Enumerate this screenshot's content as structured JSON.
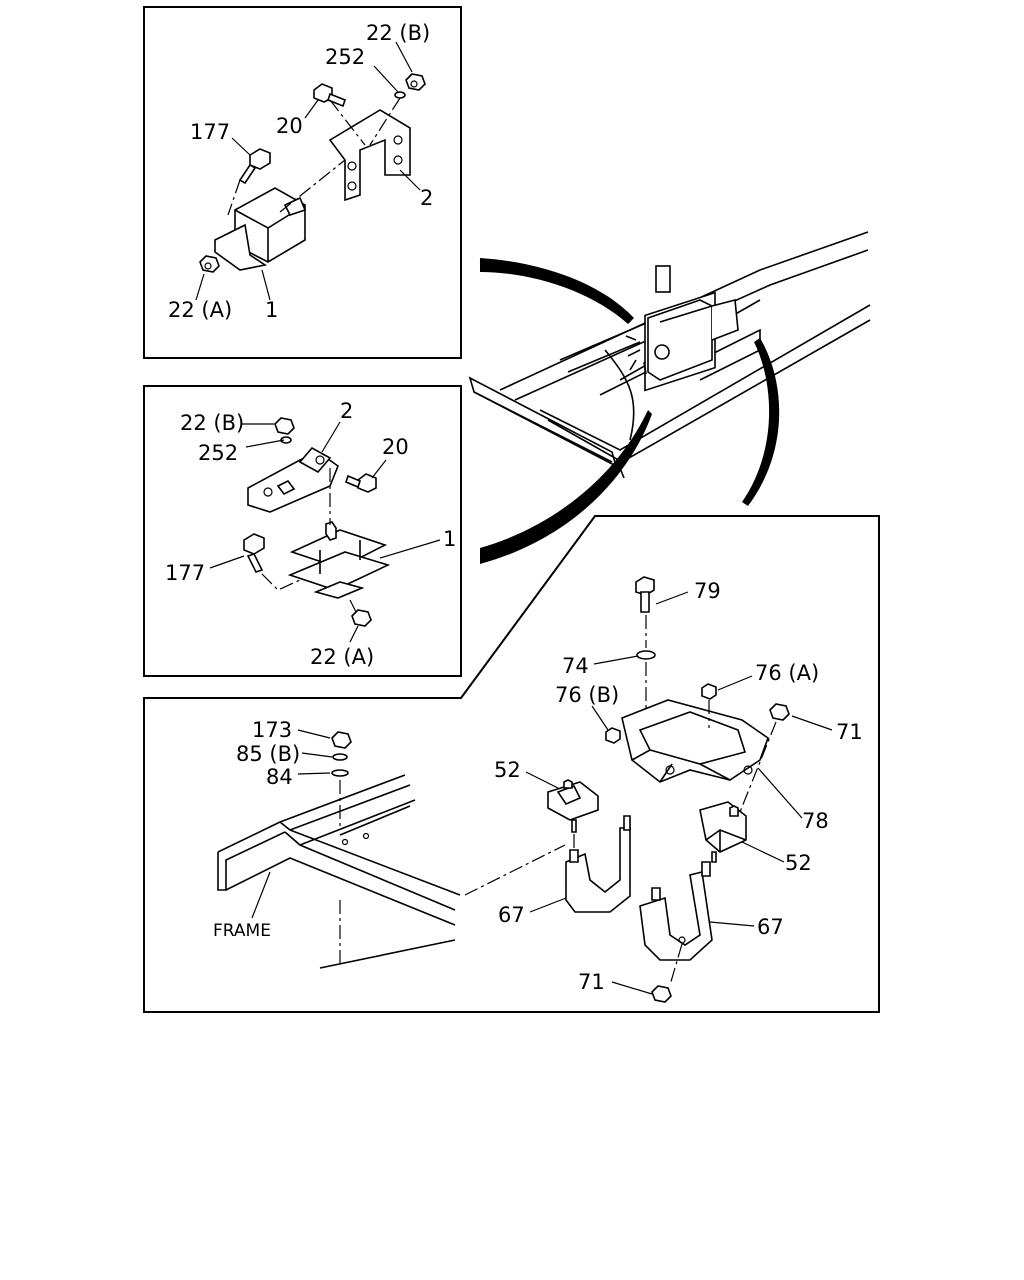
{
  "panel_top": {
    "labels": {
      "p22b": "22 (B)",
      "p252": "252",
      "p20": "20",
      "p177": "177",
      "p2": "2",
      "p22a": "22 (A)",
      "p1": "1"
    }
  },
  "panel_middle": {
    "labels": {
      "p22b": "22 (B)",
      "p2": "2",
      "p252": "252",
      "p20": "20",
      "p1": "1",
      "p177": "177",
      "p22a": "22 (A)"
    }
  },
  "panel_bottom": {
    "labels": {
      "p79": "79",
      "p74": "74",
      "p76a": "76 (A)",
      "p76b": "76 (B)",
      "p71_top": "71",
      "p173": "173",
      "p85b": "85 (B)",
      "p84": "84",
      "p52_left": "52",
      "p78": "78",
      "p52_right": "52",
      "p67_left": "67",
      "p67_right": "67",
      "p71_bottom": "71",
      "frame": "FRAME"
    }
  }
}
